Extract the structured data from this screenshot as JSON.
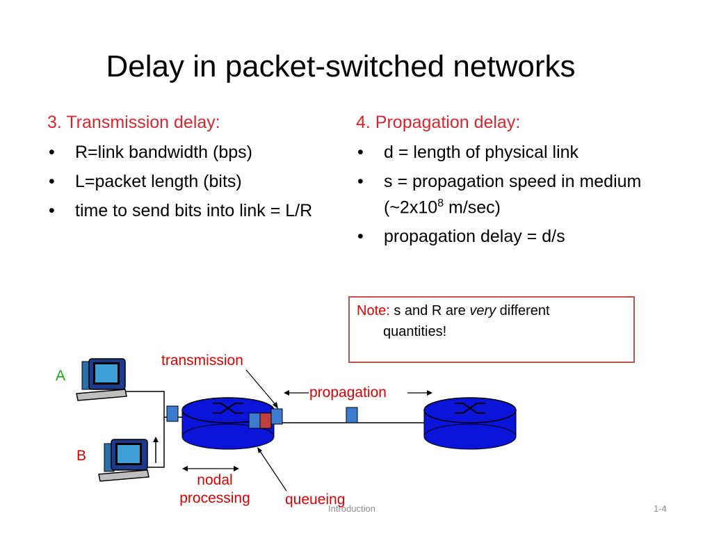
{
  "slide": {
    "title": "Delay in packet-switched networks",
    "left": {
      "heading": "3. Transmission delay:",
      "bullets": [
        "R=link bandwidth (bps)",
        "L=packet length (bits)",
        "time to send bits into link = L/R"
      ]
    },
    "right": {
      "heading": "4. Propagation delay:",
      "bullets": [
        "d = length of physical link",
        "s = propagation speed in medium (~2x10",
        "8",
        " m/sec)",
        "propagation delay = d/s"
      ]
    },
    "note": {
      "label": "Note:",
      "text_1": " s and R are ",
      "text_em": "very",
      "text_2": " different",
      "text_3": "quantities!"
    },
    "diagram": {
      "host_a": "A",
      "host_b": "B",
      "transmission": "transmission",
      "propagation": "propagation",
      "nodal_1": "nodal",
      "nodal_2": "processing",
      "queueing": "queueing"
    },
    "footer": {
      "center": "Introduction",
      "page": "1-4"
    },
    "colors": {
      "heading_red": "#d8262c",
      "router_blue": "#0a14d8",
      "packet_blue": "#3b7bd0",
      "packet_red": "#c04040",
      "host_a_green": "#1aa61a"
    }
  }
}
